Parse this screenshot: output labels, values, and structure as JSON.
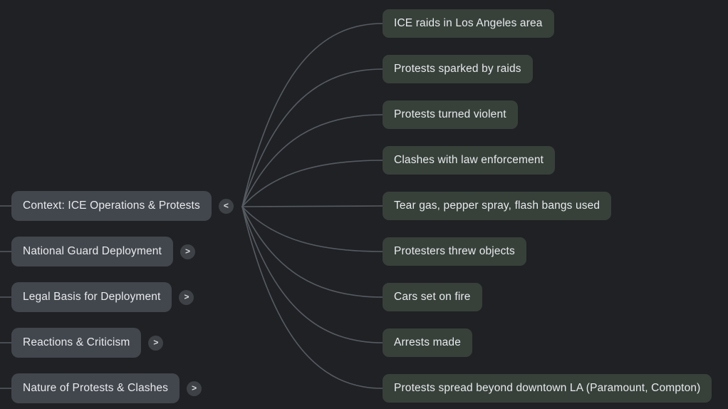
{
  "app": {
    "view": "mind-map-canvas"
  },
  "colors": {
    "background": "#202124",
    "left_node_bg": "#42464d",
    "right_node_bg": "#37413a",
    "node_text": "#e8eaed",
    "connector_line": "#565c63",
    "toggle_circle_bg": "#3e4246",
    "toggle_glyph": "#d9dbde"
  },
  "mindmap": {
    "left_nodes": [
      {
        "label": "Context: ICE Operations & Protests",
        "toggle": "<",
        "state": "expanded"
      },
      {
        "label": "National Guard Deployment",
        "toggle": ">",
        "state": "collapsed"
      },
      {
        "label": "Legal Basis for Deployment",
        "toggle": ">",
        "state": "collapsed"
      },
      {
        "label": "Reactions & Criticism",
        "toggle": ">",
        "state": "collapsed"
      },
      {
        "label": "Nature of Protests & Clashes",
        "toggle": ">",
        "state": "collapsed"
      }
    ],
    "right_nodes": [
      {
        "label": "ICE raids in Los Angeles area"
      },
      {
        "label": "Protests sparked by raids"
      },
      {
        "label": "Protests turned violent"
      },
      {
        "label": "Clashes with law enforcement"
      },
      {
        "label": "Tear gas, pepper spray, flash bangs used"
      },
      {
        "label": "Protesters threw objects"
      },
      {
        "label": "Cars set on fire"
      },
      {
        "label": "Arrests made"
      },
      {
        "label": "Protests spread beyond downtown LA (Paramount, Compton)"
      }
    ]
  }
}
